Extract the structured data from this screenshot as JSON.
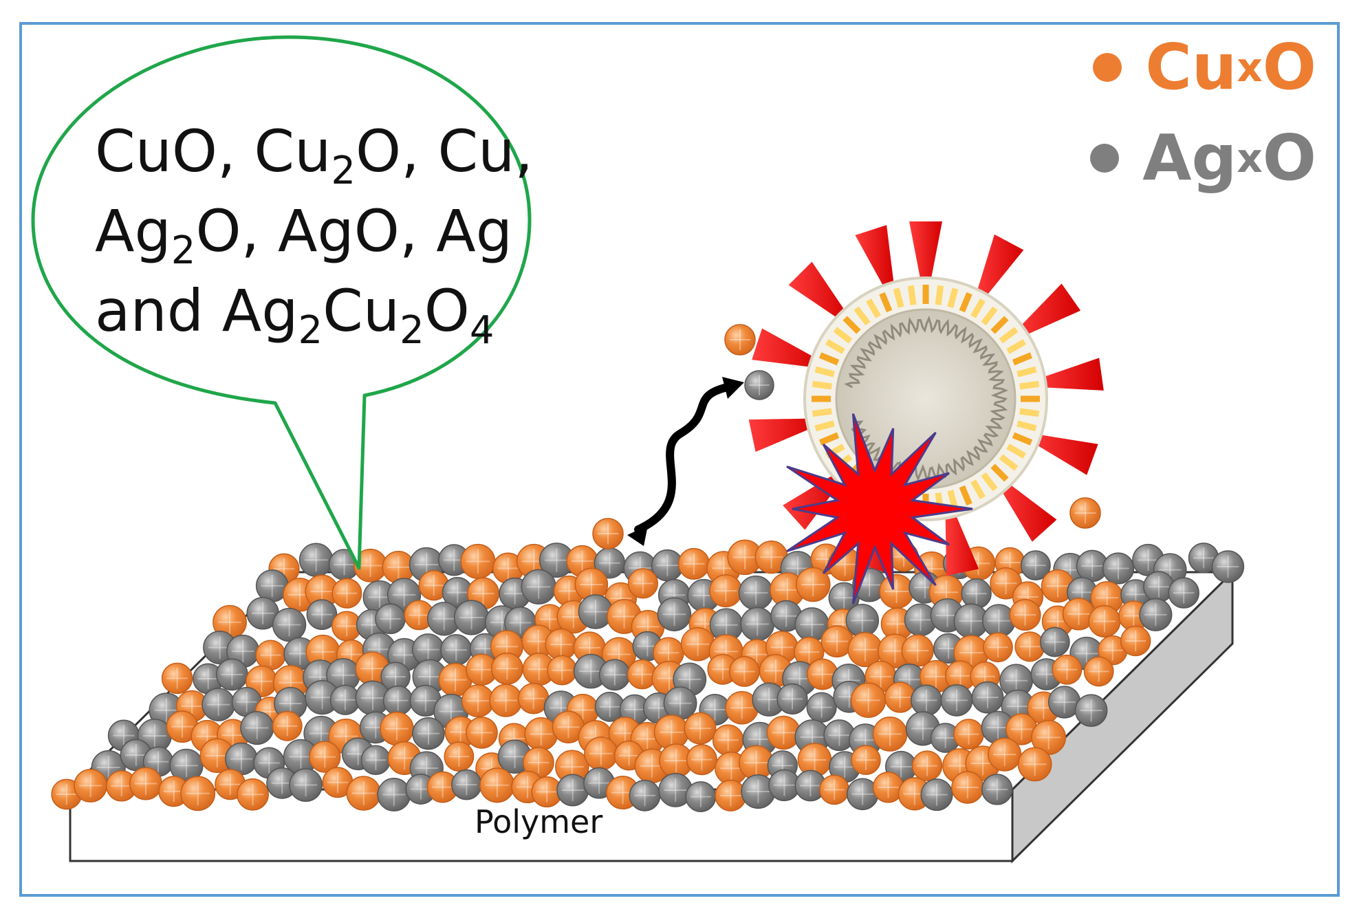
{
  "callout": {
    "line1": {
      "a": "CuO, Cu",
      "sub1": "2",
      "b": "O, Cu,"
    },
    "line2": {
      "a": "Ag",
      "sub1": "2",
      "b": "O, AgO, Ag"
    },
    "line3": {
      "a": "and Ag",
      "sub1": "2",
      "b": "Cu",
      "sub2": "2",
      "c": "O",
      "sub3": "4"
    }
  },
  "legend": {
    "cu": {
      "label": "Cu",
      "sub": "x",
      "suffix": "O",
      "color": "#ed7d31"
    },
    "ag": {
      "label": "Ag",
      "sub": "x",
      "suffix": "O",
      "color": "#7f7f7f"
    }
  },
  "substrate_label": "Polymer",
  "colors": {
    "frame": "#5b9bd5",
    "callout_border": "#1fa64a",
    "cu_particle": "#ed7d31",
    "ag_particle": "#7f7f7f",
    "spike": "#ff1a1a",
    "burst": "#ff0000",
    "burst_outline": "#4b3c8c"
  },
  "icons": [
    "virus-icon",
    "burst-icon",
    "double-arrow-icon"
  ]
}
